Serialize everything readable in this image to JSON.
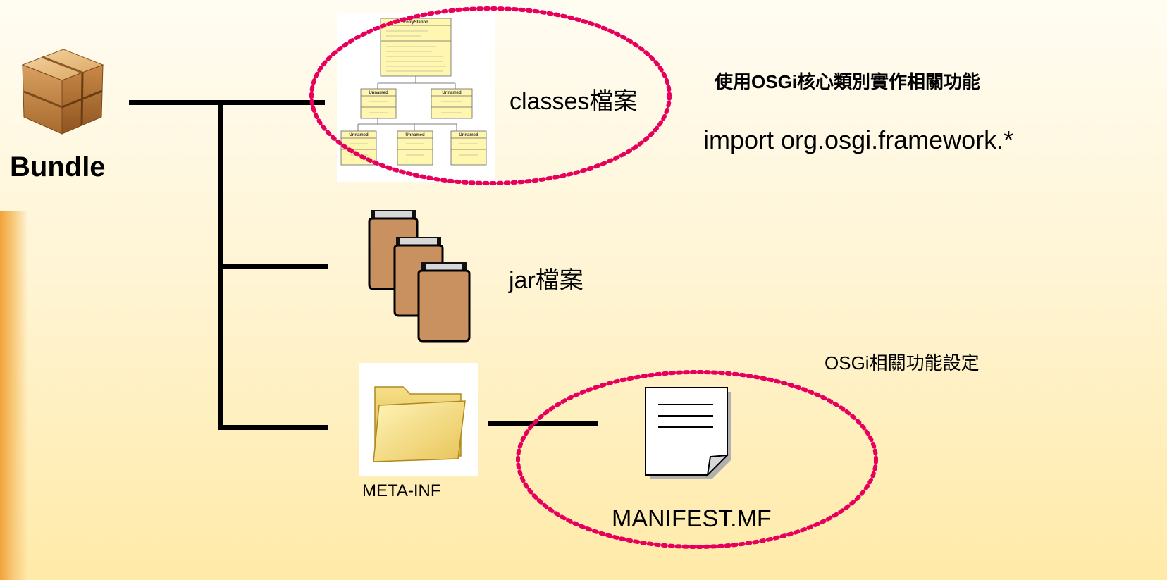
{
  "bundle": {
    "label": "Bundle"
  },
  "classes": {
    "label": "classes檔案",
    "uml": {
      "top_title": "EntryStation",
      "box_title": "Unnamed"
    }
  },
  "jar": {
    "label": "jar檔案"
  },
  "meta_inf": {
    "label": "META-INF"
  },
  "manifest": {
    "label": "MANIFEST.MF"
  },
  "notes": {
    "core_classes": "使用OSGi核心類別實作相關功能",
    "import_stmt": "import org.osgi.framework.*",
    "osgi_settings": "OSGi相關功能設定"
  },
  "colors": {
    "highlight_ellipse": "#e6005c",
    "lines": "#000000",
    "background": "#fff5d6",
    "jar_body": "#c8915f"
  }
}
